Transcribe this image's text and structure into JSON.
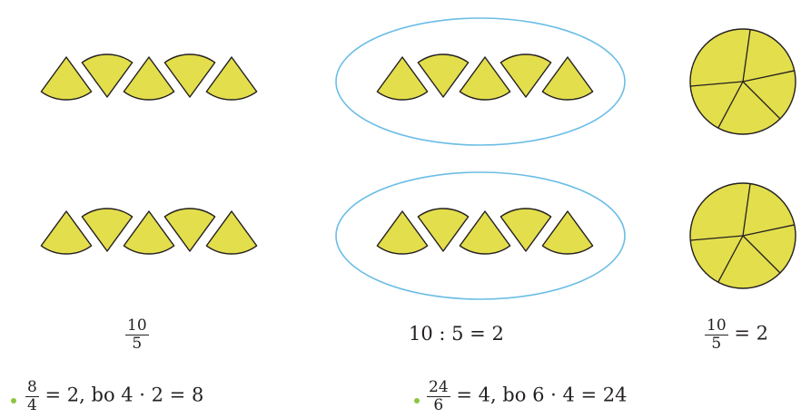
{
  "colors": {
    "fill": "#e3de4c",
    "stroke": "#231f20",
    "ellipse": "#6bbde6",
    "bullet": "#8cc63f"
  },
  "labels": {
    "frac1": {
      "num": "10",
      "den": "5"
    },
    "division": "10 : 5 = 2",
    "frac2": {
      "num": "10",
      "den": "5",
      "rhs": "= 2"
    }
  },
  "bullets": [
    {
      "num": "8",
      "den": "4",
      "rhs": "= 2,  bo 4 · 2 = 8"
    },
    {
      "num": "24",
      "den": "6",
      "rhs": "= 4,  bo 6 · 4 = 24"
    }
  ]
}
